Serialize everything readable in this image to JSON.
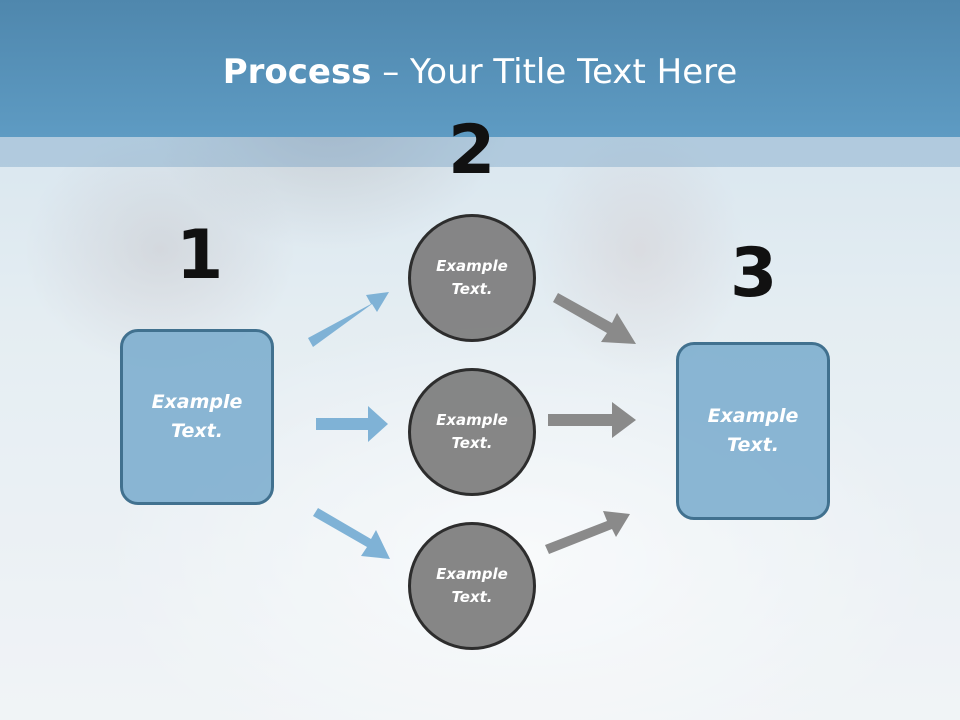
{
  "title": {
    "bold": "Process",
    "rest": " – Your Title Text Here"
  },
  "steps": {
    "one": "1",
    "two": "2",
    "three": "3"
  },
  "left_box": {
    "line1": "Example",
    "line2": "Text."
  },
  "right_box": {
    "line1": "Example",
    "line2": "Text."
  },
  "circles": [
    {
      "line1": "Example",
      "line2": "Text."
    },
    {
      "line1": "Example",
      "line2": "Text."
    },
    {
      "line1": "Example",
      "line2": "Text."
    }
  ],
  "colors": {
    "header": "#5e9bc3",
    "box_fill": "#78aacd",
    "box_border": "#41718f",
    "circle_fill": "#808080",
    "arrow_blue": "#7fb2d6",
    "arrow_gray": "#8a8a8a"
  }
}
